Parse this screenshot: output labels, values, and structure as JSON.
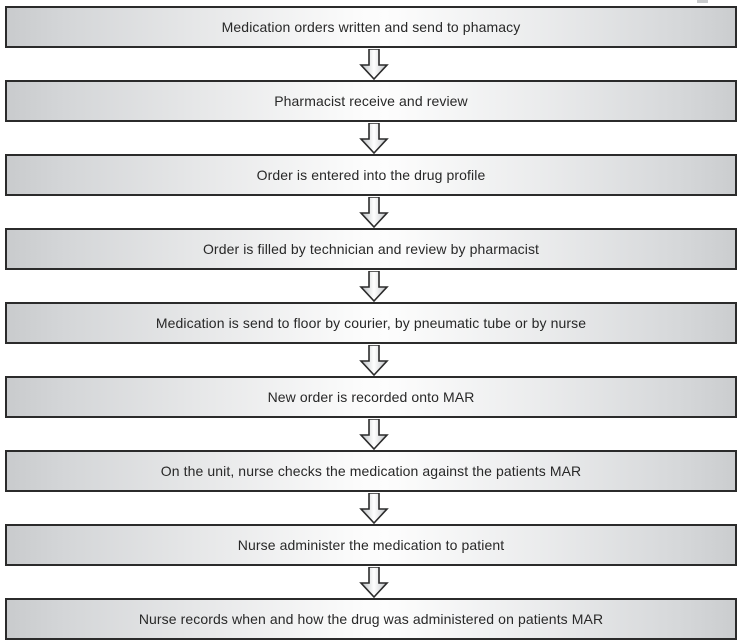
{
  "diagram": {
    "title": "Medication order process flowchart",
    "type": "vertical-flowchart",
    "orientation": "top-to-bottom",
    "node_count": 9,
    "connector_count": 8,
    "connector_symbol": "down-block-arrow",
    "colors": {
      "box_border": "#2b2b2b",
      "box_fill_edge": "#cbcdcf",
      "box_fill_center": "#fdfdfd",
      "text": "#282828",
      "arrow_outline": "#2b2b2b",
      "arrow_fill_center": "#ffffff",
      "arrow_fill_edge": "#b9bbbd",
      "background": "#ffffff"
    },
    "steps": [
      {
        "index": 1,
        "label": "Medication orders written and send to phamacy"
      },
      {
        "index": 2,
        "label": "Pharmacist receive and review"
      },
      {
        "index": 3,
        "label": "Order is entered into the drug profile"
      },
      {
        "index": 4,
        "label": "Order is filled by technician and review by pharmacist"
      },
      {
        "index": 5,
        "label": "Medication is send to floor by courier, by pneumatic tube or by nurse"
      },
      {
        "index": 6,
        "label": "New order is recorded onto MAR"
      },
      {
        "index": 7,
        "label": "On the unit, nurse checks the medication against the patients MAR"
      },
      {
        "index": 8,
        "label": "Nurse administer the medication to patient"
      },
      {
        "index": 9,
        "label": "Nurse records when and how the drug was administered on patients MAR"
      }
    ]
  }
}
